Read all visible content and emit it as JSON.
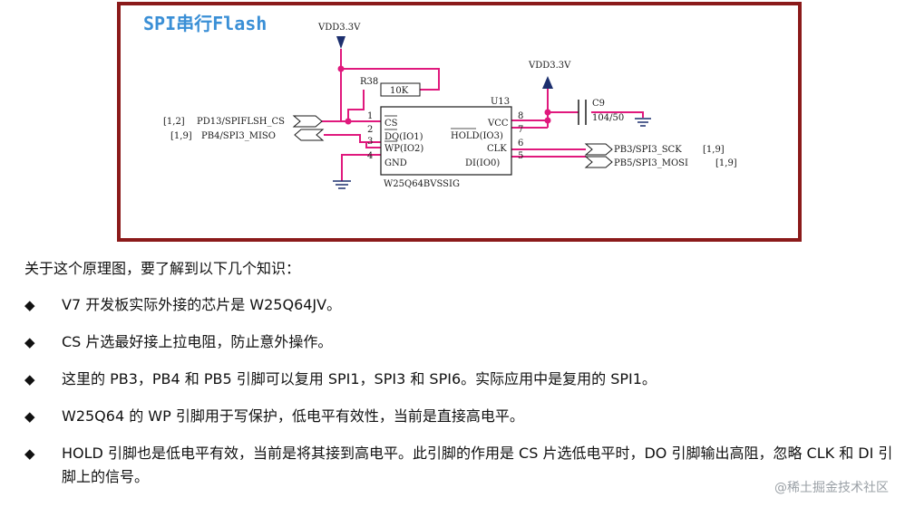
{
  "schematic": {
    "title": "SPI串行Flash",
    "power_left": "VDD3.3V",
    "power_right": "VDD3.3V",
    "resistor_ref": "R38",
    "resistor_value": "10K",
    "chip_ref": "U13",
    "chip_part": "W25Q64BVSSIG",
    "capacitor_ref": "C9",
    "capacitor_value": "104/50",
    "left_pins": [
      {
        "num": "1",
        "name": "CS"
      },
      {
        "num": "2",
        "name": "DQ(IO1)"
      },
      {
        "num": "3",
        "name": "WP(IO2)"
      },
      {
        "num": "4",
        "name": "GND"
      }
    ],
    "right_pins": [
      {
        "num": "8",
        "name": "VCC"
      },
      {
        "num": "7",
        "name": "HOLD(IO3)"
      },
      {
        "num": "6",
        "name": "CLK"
      },
      {
        "num": "5",
        "name": "DI(IO0)"
      }
    ],
    "nets_left": [
      {
        "ref": "[1,2]",
        "label": "PD13/SPIFLSH_CS"
      },
      {
        "ref": "[1,9]",
        "label": "PB4/SPI3_MISO"
      }
    ],
    "nets_right": [
      {
        "label": "PB3/SPI3_SCK",
        "ref": "[1,9]"
      },
      {
        "label": "PB5/SPI3_MOSI",
        "ref": "[1,9]"
      }
    ],
    "colors": {
      "frame": "#8b1a1a",
      "wire": "#e0197d",
      "title": "#3a8fd6",
      "power": "#1c2f6e"
    }
  },
  "notes": {
    "intro": "关于这个原理图，要了解到以下几个知识：",
    "bullet_symbol": "◆",
    "items": [
      "V7 开发板实际外接的芯片是 W25Q64JV。",
      "CS 片选最好接上拉电阻，防止意外操作。",
      "这里的 PB3，PB4 和 PB5 引脚可以复用 SPI1，SPI3 和 SPI6。实际应用中是复用的 SPI1。",
      "W25Q64 的 WP 引脚用于写保护，低电平有效性，当前是直接高电平。",
      "HOLD 引脚也是低电平有效，当前是将其接到高电平。此引脚的作用是 CS 片选低电平时，DO 引脚输出高阻，忽略 CLK 和 DI 引脚上的信号。"
    ]
  },
  "watermark": "@稀土掘金技术社区"
}
